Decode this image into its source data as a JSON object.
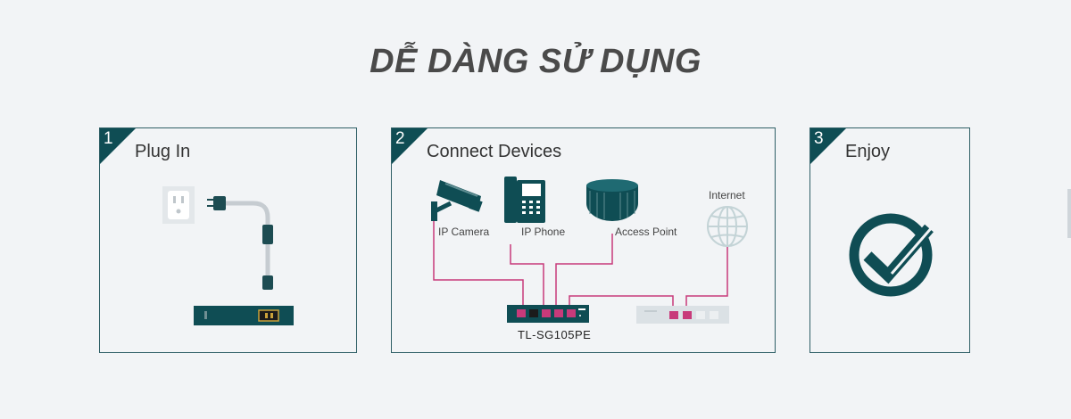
{
  "title": "DỄ DÀNG SỬ DỤNG",
  "steps": [
    {
      "number": "1",
      "label": "Plug In"
    },
    {
      "number": "2",
      "label": "Connect Devices"
    },
    {
      "number": "3",
      "label": "Enjoy"
    }
  ],
  "diagram": {
    "devices": {
      "ip_camera": "IP Camera",
      "ip_phone": "IP Phone",
      "access_point": "Access Point",
      "internet": "Internet"
    },
    "switch_model": "TL-SG105PE"
  },
  "colors": {
    "accent": "#0f4d54",
    "cable": "#c83a7a",
    "title": "#4a4a4a"
  }
}
